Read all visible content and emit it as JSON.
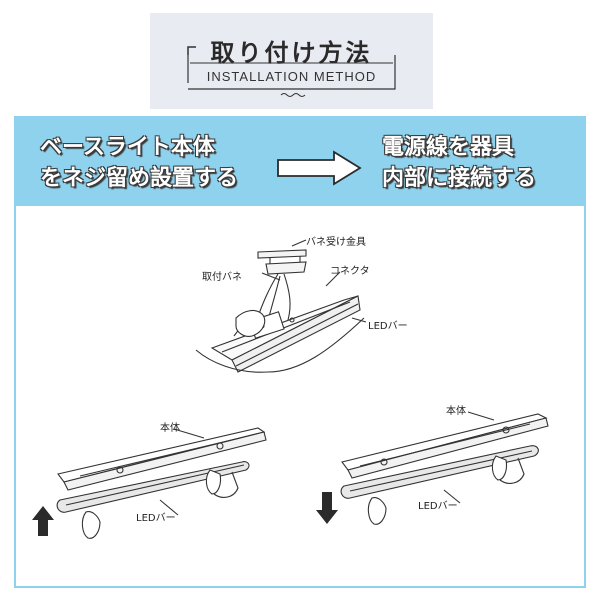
{
  "header": {
    "title_jp": "取り付け方法",
    "title_en": "INSTALLATION METHOD"
  },
  "banner": {
    "left_line1": "ベースライト本体",
    "left_line2": "をネジ留め設置する",
    "right_line1": "電源線を器具",
    "right_line2": "内部に接続する"
  },
  "diagram": {
    "label_spring_bracket": "バネ受け金具",
    "label_mount_spring": "取付バネ",
    "label_connector": "コネクタ",
    "label_led_bar_top": "LEDバー",
    "label_body_left": "本体",
    "label_led_bar_left": "LEDバー",
    "label_body_right": "本体",
    "label_led_bar_right": "LEDバー"
  },
  "colors": {
    "banner": "#8fd2ee",
    "header_bg": "#e9ebf2",
    "arrow": "#2b2b2b"
  },
  "icons": [
    "right-arrow-icon",
    "up-arrow-icon",
    "down-arrow-icon"
  ]
}
